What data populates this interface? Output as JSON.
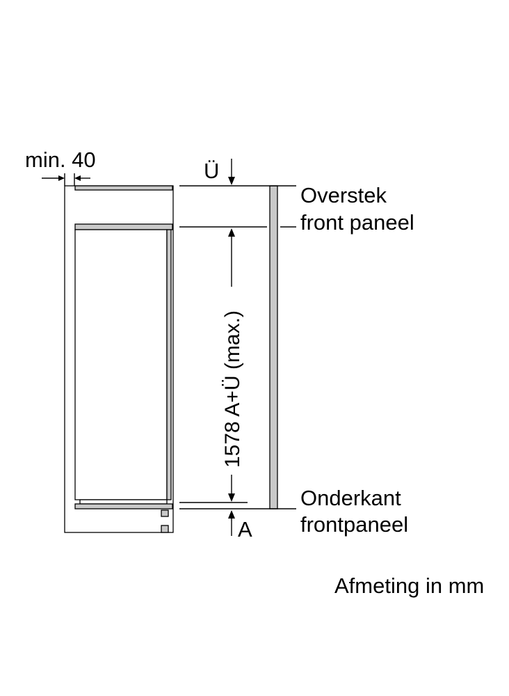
{
  "labels": {
    "min_gap": "min. 40",
    "overhang_symbol": "Ü",
    "overhang_line1": "Overstek",
    "overhang_line2": "front paneel",
    "height_dimension": "1578 A+Ü (max.)",
    "bottom_symbol": "A",
    "bottom_line1": "Onderkant",
    "bottom_line2": "frontpaneel",
    "units_note": "Afmeting in mm"
  }
}
